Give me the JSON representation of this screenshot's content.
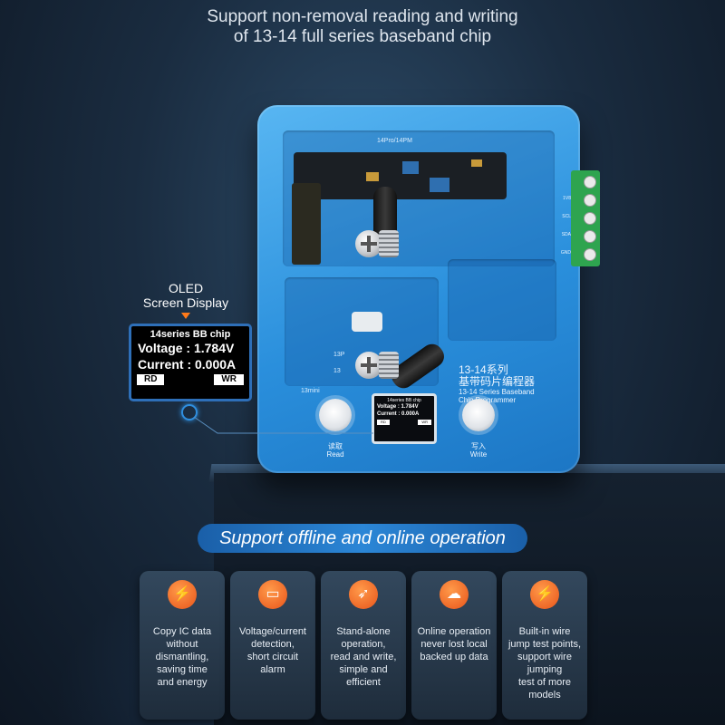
{
  "headline": {
    "line1": "Support non-removal reading and writing",
    "line2": "of 13-14 full series baseband chip"
  },
  "device": {
    "board_label": "14Pro/14PM",
    "connector_pins": [
      "1V8",
      "SCL",
      "SDA",
      "GND"
    ],
    "title_cn": "13-14系列",
    "title_cn2": "基带码片编程器",
    "title_en1": "13-14 Series Baseband",
    "title_en2": "Chip Programmer",
    "slot_labels": [
      "13P",
      "13",
      "13mini"
    ],
    "read_button": {
      "cn": "读取",
      "en": "Read"
    },
    "write_button": {
      "cn": "写入",
      "en": "Write"
    },
    "small_screen": {
      "title": "14series BB chip",
      "voltage": "Voltage : 1.784V",
      "current": "Current : 0.000A",
      "rd": "RD",
      "wr": "WR"
    }
  },
  "oled": {
    "label_line1": "OLED",
    "label_line2": "Screen Display",
    "title": "14series BB chip",
    "voltage": "Voltage : 1.784V",
    "current": "Current : 0.000A",
    "rd": "RD",
    "wr": "WR"
  },
  "banner": "Support offline and online operation",
  "features": [
    {
      "icon": "lightning-icon",
      "glyph": "⚡",
      "lines": [
        "Copy IC data",
        "without",
        "dismantling,",
        "saving time",
        "and energy"
      ]
    },
    {
      "icon": "monitor-icon",
      "glyph": "▭",
      "lines": [
        "Voltage/current",
        "detection,",
        "short circuit alarm"
      ]
    },
    {
      "icon": "rocket-icon",
      "glyph": "➶",
      "lines": [
        "Stand-alone",
        "operation,",
        "read and write,",
        "simple and efficient"
      ]
    },
    {
      "icon": "cloud-icon",
      "glyph": "☁",
      "lines": [
        "Online operation",
        "never lost local",
        "backed up data"
      ]
    },
    {
      "icon": "lightning-icon",
      "glyph": "⚡",
      "lines": [
        "Built-in wire",
        "jump test points,",
        "support wire",
        "jumping",
        "test of more models"
      ]
    }
  ],
  "colors": {
    "accent_orange": "#ff7a1a",
    "device_blue": "#2a8fdc",
    "banner_blue": "#2b86d6"
  }
}
